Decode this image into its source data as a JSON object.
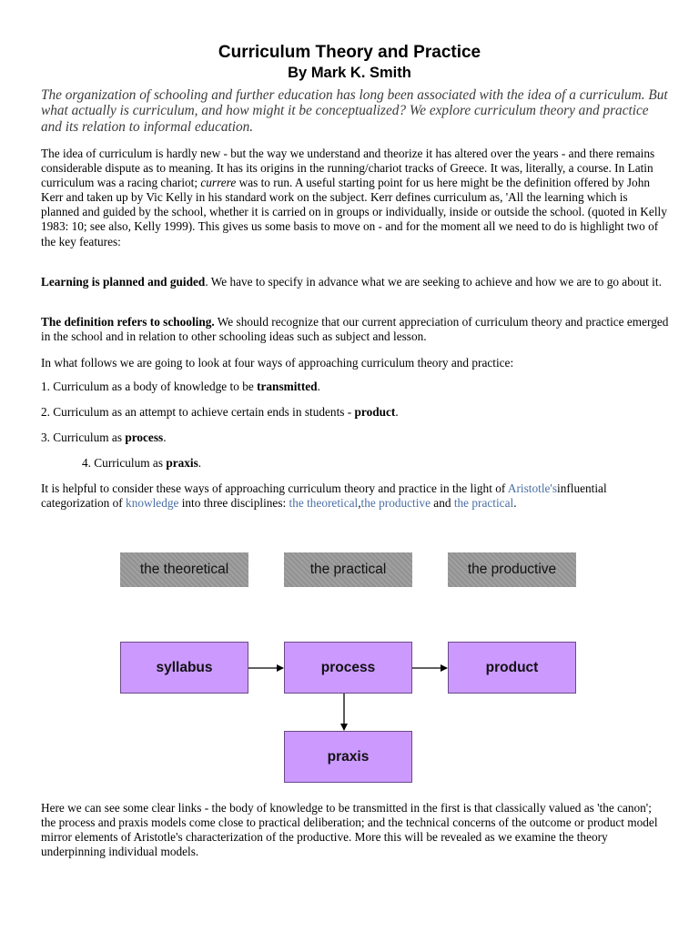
{
  "header": {
    "title": "Curriculum Theory and Practice",
    "author": "By Mark K. Smith"
  },
  "intro": "The organization of schooling and further education has long been associated with the idea of a curriculum. But what actually is curriculum, and how might it be conceptualized? We explore curriculum theory and practice and its relation to informal education.",
  "paragraph1": {
    "before_italic": "The idea of curriculum is hardly new - but the way we understand and theorize it has altered over the years - and there remains considerable dispute as to meaning. It has its origins in the running/chariot tracks of Greece. It was, literally, a course. In Latin curriculum was a racing chariot; ",
    "italic": "currere",
    "after_italic": " was to run. A useful starting point for us here might be the definition offered by John Kerr and taken up by Vic Kelly in his standard work on the subject. Kerr defines curriculum as, 'All the learning which is planned and guided by the school, whether it is carried on in groups or individually, inside or outside the school. (quoted in Kelly 1983: 10; see also, Kelly 1999). This gives us some basis to move on - and for the moment all we need to do is highlight two of the key features:"
  },
  "feature1": {
    "bold": "Learning is planned and guided",
    "text": ". We have to specify in advance what we are seeking to achieve and how we are to go about it."
  },
  "feature2": {
    "bold": "The definition refers to schooling.",
    "text": " We should recognize that our current appreciation of curriculum theory and practice emerged in the school and in relation to other schooling ideas such as subject and lesson."
  },
  "four_ways_intro": "In what follows we are going to look at four ways of approaching curriculum theory and practice:",
  "ways": [
    {
      "prefix": "1. Curriculum as a body of knowledge to be ",
      "bold": "transmitted",
      "suffix": "."
    },
    {
      "prefix": "2. Curriculum as an attempt to achieve certain ends in students - ",
      "bold": "product",
      "suffix": "."
    },
    {
      "prefix": "3. Curriculum as ",
      "bold": "process",
      "suffix": "."
    },
    {
      "prefix": "4. Curriculum as ",
      "bold": "praxis",
      "suffix": "."
    }
  ],
  "aristotle": {
    "t1": "It is helpful to consider these ways of approaching curriculum theory and practice in the light of ",
    "link_aristotle": "Aristotle's",
    "t2": "influential categorization of ",
    "link_knowledge": "knowledge",
    "t3": " into three disciplines: ",
    "link_theoretical": "the theoretical",
    "t4": ",",
    "link_productive": "the productive",
    "t5": " and ",
    "link_practical": "the practical",
    "t6": "."
  },
  "diagram": {
    "disciplines": [
      "the theoretical",
      "the practical",
      "the productive"
    ],
    "models": {
      "syllabus": "syllabus",
      "process": "process",
      "product": "product",
      "praxis": "praxis"
    }
  },
  "closing": "Here we can see some clear links - the body of knowledge to be transmitted in the first is that classically valued as 'the canon'; the process and praxis models come close to practical deliberation; and the technical concerns of the outcome or product model mirror elements of Aristotle's characterization of the productive. More this will be revealed as we examine the theory underpinning individual models.",
  "colors": {
    "link": "#4a6fa5",
    "discipline_box": "#9a9a9a",
    "model_box": "#cc99ff"
  }
}
